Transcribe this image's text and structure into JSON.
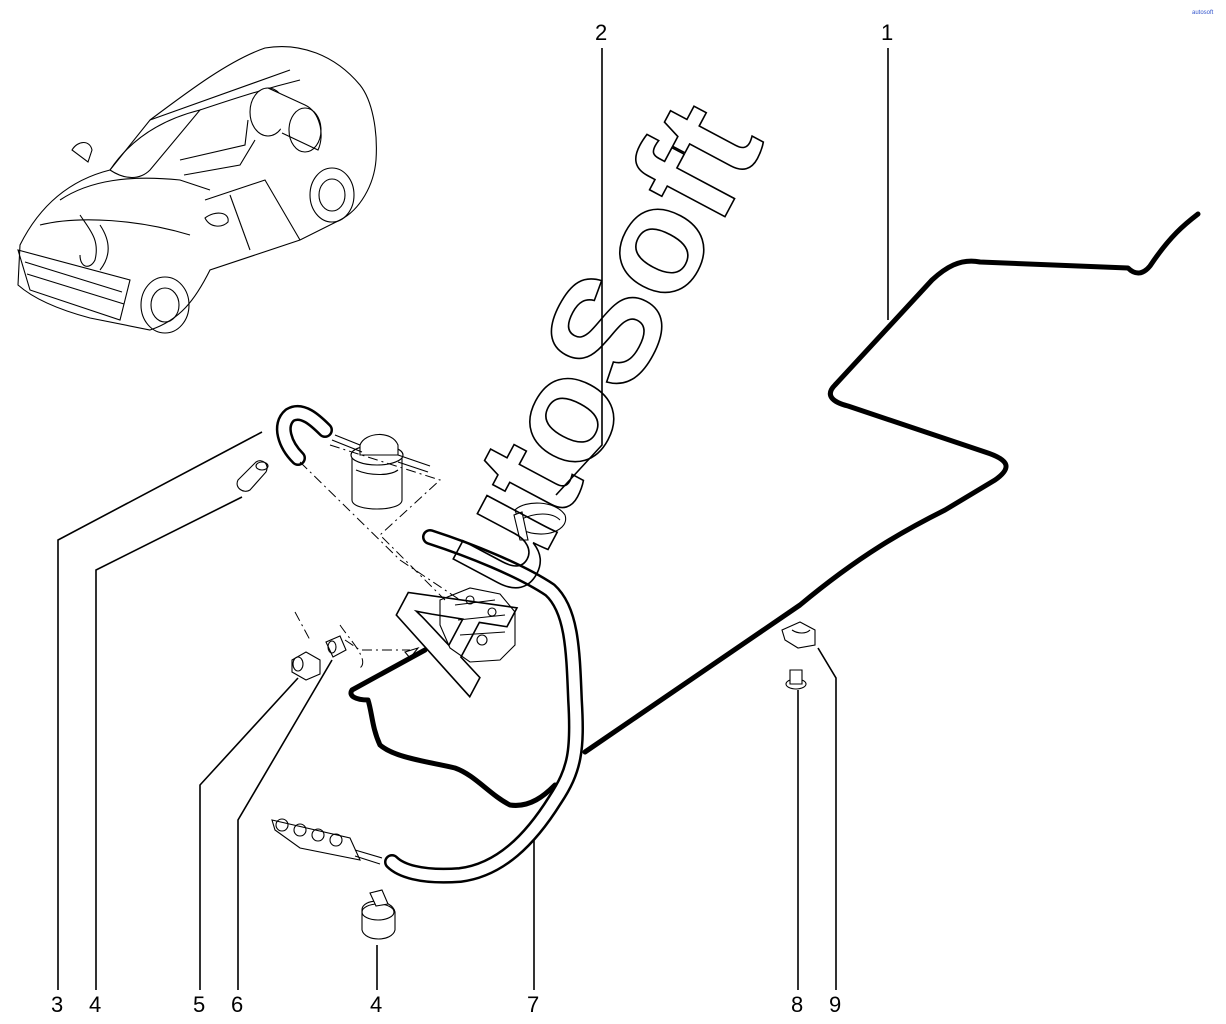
{
  "watermark": "AutoSoft",
  "corner_mark": "autosoft",
  "callouts": {
    "c1": "1",
    "c2": "2",
    "c3": "3",
    "c4a": "4",
    "c5": "5",
    "c6": "6",
    "c4b": "4",
    "c7": "7",
    "c8": "8",
    "c9": "9"
  }
}
